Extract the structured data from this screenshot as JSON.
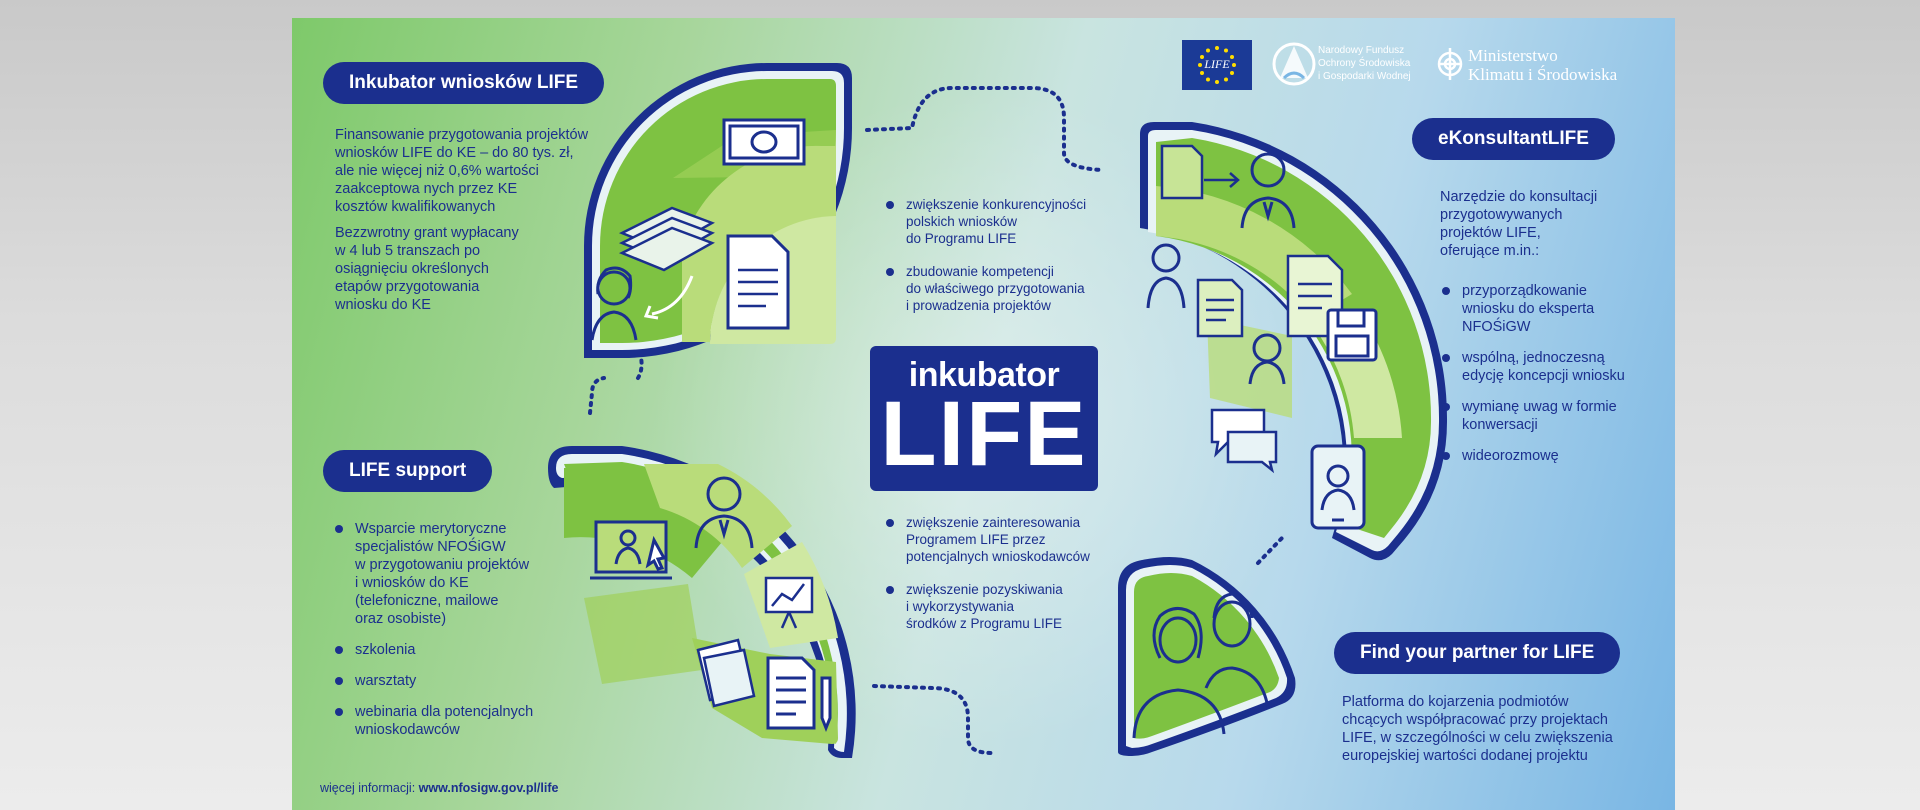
{
  "logos": {
    "eu_flag_label": "LIFE",
    "nfosigw_name": [
      "Narodowy Fundusz",
      "Ochrony Środowiska",
      "i Gospodarki Wodnej"
    ],
    "ministry_name": [
      "Ministerstwo",
      "Klimatu i Środowiska"
    ]
  },
  "center": {
    "small": "inkubator",
    "big": "LIFE"
  },
  "inkubator": {
    "title": "Inkubator wniosków LIFE",
    "desc_lines": [
      "Finansowanie przygotowania projektów",
      "wniosków LIFE do KE – do 80 tys. zł,",
      "ale nie więcej niż 0,6% wartości",
      "zaakceptowa nych przez KE",
      "kosztów kwalifikowanych"
    ],
    "desc2_lines": [
      "Bezzwrotny grant wypłacany",
      "w 4 lub 5 transzach po",
      "osiągnięciu określonych",
      "etapów przygotowania",
      "wniosku do KE"
    ]
  },
  "ekonsultant": {
    "title": "eKonsultantLIFE",
    "desc_lines": [
      "Narzędzie do konsultacji",
      "przygotowywanych",
      "projektów LIFE,",
      "oferujące m.in.:"
    ],
    "bullets": [
      [
        "przyporządkowanie",
        "wniosku do eksperta",
        "NFOŚiGW"
      ],
      [
        "wspólną, jednoczesną",
        "edycję koncepcji wniosku"
      ],
      [
        "wymianę uwag w formie",
        "konwersacji"
      ],
      [
        "wideorozmowę"
      ]
    ]
  },
  "support": {
    "title": "LIFE support",
    "bullets": [
      [
        "Wsparcie merytoryczne",
        "specjalistów NFOŚiGW",
        "w przygotowaniu projektów",
        "i wniosków do KE",
        "(telefoniczne, mailowe",
        "oraz osobiste)"
      ],
      [
        "szkolenia"
      ],
      [
        "warsztaty"
      ],
      [
        "webinaria dla potencjalnych",
        "wnioskodawców"
      ]
    ]
  },
  "partner": {
    "title": "Find your partner for LIFE",
    "desc_lines": [
      "Platforma do kojarzenia podmiotów",
      "chcących współpracować przy projektach",
      "LIFE, w szczególności w celu zwiększenia",
      "europejskiej wartości dodanej projektu"
    ]
  },
  "center_bullets_top": [
    [
      "zwiększenie konkurencyjności",
      "polskich wniosków",
      "do Programu LIFE"
    ],
    [
      "zbudowanie kompetencji",
      "do właściwego przygotowania",
      "i prowadzenia projektów"
    ]
  ],
  "center_bullets_bottom": [
    [
      "zwiększenie zainteresowania",
      "Programem LIFE przez",
      "potencjalnych wnioskodawców"
    ],
    [
      "zwiększenie pozyskiwania",
      "i wykorzystywania",
      "środków z Programu LIFE"
    ]
  ],
  "footer": {
    "label": "więcej informacji:",
    "url": "www.nfosigw.gov.pl/life"
  },
  "colors": {
    "navy": "#1b2f8e",
    "green": "#7ec242",
    "light_green": "#b9dc7a",
    "bg_blue": "#79b6e4"
  }
}
